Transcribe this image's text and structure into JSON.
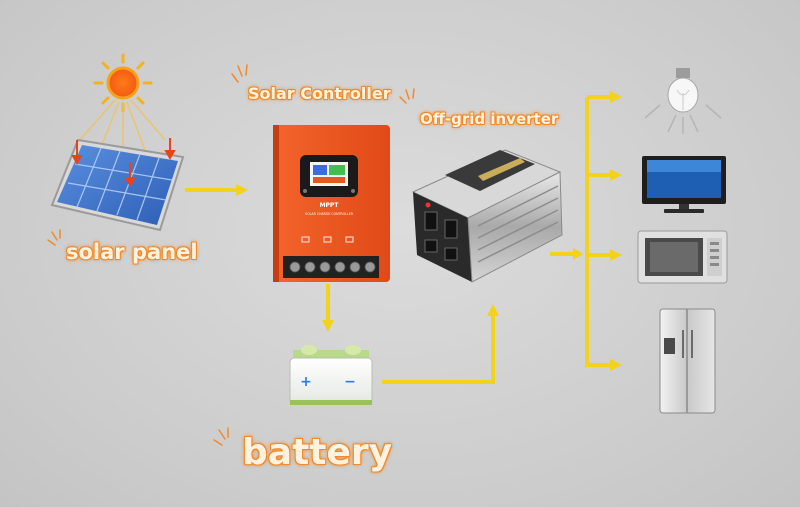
{
  "labels": {
    "solar_controller": "Solar Controller",
    "offgrid_inverter": "Off-grid inverter",
    "solar_panel": "solar panel",
    "battery": "battery"
  },
  "device_text": {
    "mppt": "MPPT",
    "controller_subtitle": "SOLAR CHARGE CONTROLLER",
    "battery_plus": "+",
    "battery_minus": "−"
  },
  "colors": {
    "arrow": "#f2d21b",
    "label_glow": "#f08a2c",
    "controller_body": "#f05a22",
    "background": "#cfcfcf"
  },
  "icons": {
    "sun": "sun-icon",
    "panel": "solar-panel-icon",
    "controller": "charge-controller-icon",
    "inverter": "inverter-icon",
    "battery": "battery-icon",
    "bulb": "light-bulb-icon",
    "tv": "television-icon",
    "microwave": "microwave-icon",
    "fridge": "refrigerator-icon"
  }
}
